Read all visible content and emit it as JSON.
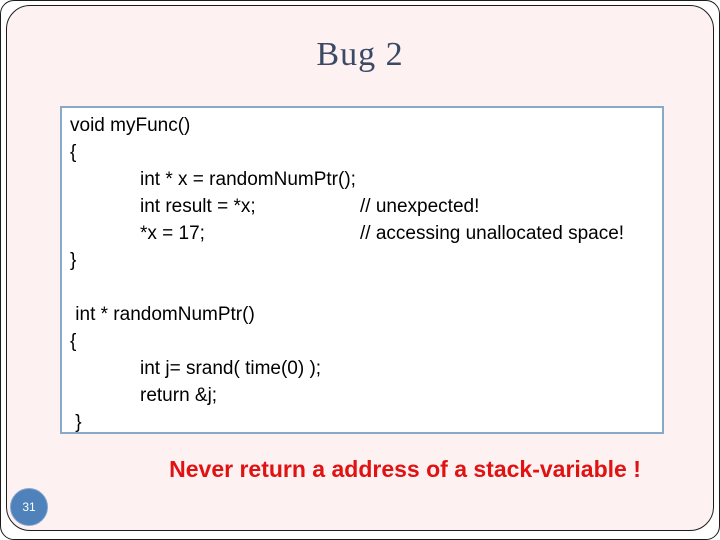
{
  "slide": {
    "title": "Bug 2",
    "warning": "Never return a address of a stack-variable !",
    "page_number": "31",
    "colors": {
      "slide_background": "#fdf1f1",
      "title_text": "#3a4a66",
      "code_box_border": "#88aac8",
      "code_box_background": "#ffffff",
      "code_text": "#000000",
      "warning_text": "#e01212",
      "page_badge_fill": "#4f81bb",
      "page_badge_text": "#ffffff"
    },
    "code": {
      "lines": [
        {
          "text": "void myFunc()",
          "comment": ""
        },
        {
          "text": "{",
          "comment": ""
        },
        {
          "text": "int * x = randomNumPtr();",
          "comment": ""
        },
        {
          "text": "int result = *x;",
          "comment": "// unexpected!"
        },
        {
          "text": "*x = 17;",
          "comment": "// accessing unallocated space!"
        },
        {
          "text": "}",
          "comment": ""
        },
        {
          "text": "",
          "comment": ""
        },
        {
          "text": " int * randomNumPtr()",
          "comment": ""
        },
        {
          "text": "{",
          "comment": ""
        },
        {
          "text": "int j= srand( time(0) );",
          "comment": ""
        },
        {
          "text": "return &j;",
          "comment": ""
        },
        {
          "text": " }",
          "comment": ""
        }
      ]
    }
  }
}
